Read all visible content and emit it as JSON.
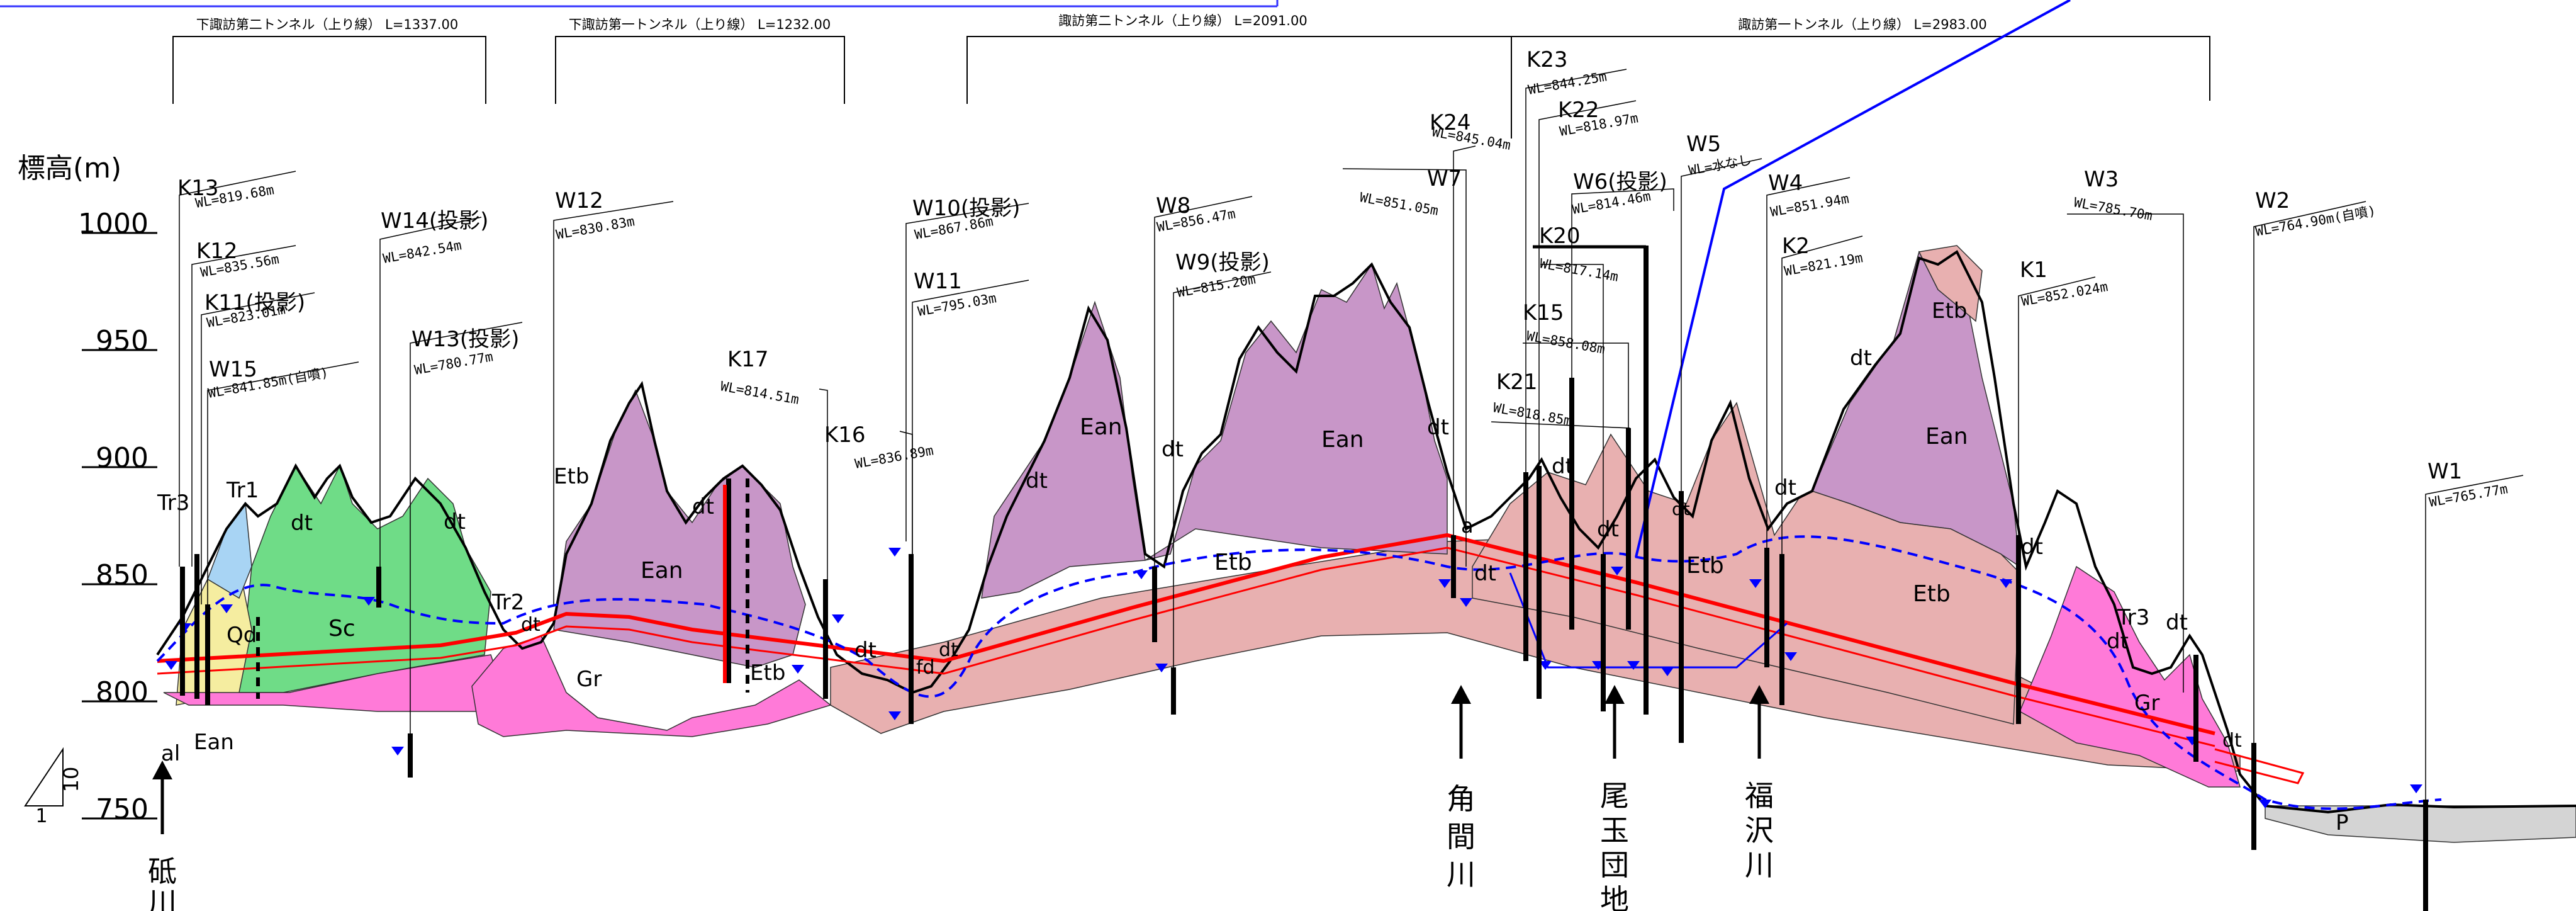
{
  "axis": {
    "title": "標高(m)",
    "ticks": [
      {
        "label": "1000",
        "value": 1000
      },
      {
        "label": "950",
        "value": 950
      },
      {
        "label": "900",
        "value": 900
      },
      {
        "label": "850",
        "value": 850
      },
      {
        "label": "800",
        "value": 800
      },
      {
        "label": "750",
        "value": 750
      }
    ],
    "ratio_v": "10",
    "ratio_h": "1"
  },
  "tunnels": [
    {
      "label": "下諏訪第二トンネル（上り線） L=1337.00"
    },
    {
      "label": "下諏訪第一トンネル（上り線） L=1232.00"
    },
    {
      "label": "諏訪第二トンネル（上り線） L=2091.00"
    },
    {
      "label": "諏訪第一トンネル（上り線） L=2983.00"
    }
  ],
  "boreholes": [
    {
      "name": "K13",
      "wl": "WL=819.68m"
    },
    {
      "name": "K12",
      "wl": "WL=835.56m"
    },
    {
      "name": "K11(投影)",
      "wl": "WL=823.01m"
    },
    {
      "name": "W15",
      "wl": "WL=841.85m(自噴)"
    },
    {
      "name": "W14(投影)",
      "wl": "WL=842.54m"
    },
    {
      "name": "W13(投影)",
      "wl": "WL=780.77m"
    },
    {
      "name": "W12",
      "wl": "WL=830.83m"
    },
    {
      "name": "K17",
      "wl": "WL=814.51m"
    },
    {
      "name": "K16",
      "wl": "WL=836.89m"
    },
    {
      "name": "W10(投影)",
      "wl": "WL=867.86m"
    },
    {
      "name": "W11",
      "wl": "WL=795.03m"
    },
    {
      "name": "W8",
      "wl": "WL=856.47m"
    },
    {
      "name": "W9(投影)",
      "wl": "WL=815.20m"
    },
    {
      "name": "K24",
      "wl": "WL=845.04m"
    },
    {
      "name": "W7",
      "wl": "WL=851.05m"
    },
    {
      "name": "K23",
      "wl": "WL=844.25m"
    },
    {
      "name": "K22",
      "wl": "WL=818.97m"
    },
    {
      "name": "W6(投影)",
      "wl": "WL=814.46m"
    },
    {
      "name": "K20",
      "wl": "WL=817.14m"
    },
    {
      "name": "K15",
      "wl": "WL=858.08m"
    },
    {
      "name": "K21",
      "wl": "WL=818.85m"
    },
    {
      "name": "W5",
      "wl": "WL=水なし"
    },
    {
      "name": "W4",
      "wl": "WL=851.94m"
    },
    {
      "name": "K2",
      "wl": "WL=821.19m"
    },
    {
      "name": "K1",
      "wl": "WL=852.024m"
    },
    {
      "name": "W3",
      "wl": "WL=785.70m"
    },
    {
      "name": "W2",
      "wl": "WL=764.90m(自噴)"
    },
    {
      "name": "W1",
      "wl": "WL=765.77m"
    }
  ],
  "geology": {
    "Tr3": "Tr3",
    "Tr1": "Tr1",
    "dt": "dt",
    "Qd": "Qd",
    "Sc": "Sc",
    "al": "al",
    "Ean": "Ean",
    "Tr2": "Tr2",
    "Etb": "Etb",
    "Gr": "Gr",
    "fd": "fd",
    "a": "a",
    "P": "P"
  },
  "rivers": [
    {
      "name": "砥川",
      "chars": [
        "砥",
        "川"
      ]
    },
    {
      "name": "角間川",
      "chars": [
        "角",
        "間",
        "川"
      ]
    },
    {
      "name": "尾玉団地",
      "chars": [
        "尾",
        "玉",
        "団",
        "地"
      ]
    },
    {
      "name": "福沢川",
      "chars": [
        "福",
        "沢",
        "川"
      ]
    }
  ],
  "colors": {
    "Sc": "#6fdc87",
    "Ean": "#c896c8",
    "Etb": "#e8b0b0",
    "Gr": "#ff7ad8",
    "Qd": "#f5eda0",
    "Tr": "#a8d4f4",
    "dt": "#f0e4a8",
    "P": "#d4d4d4",
    "tunnel": "#ff0000",
    "water": "#0000ff"
  }
}
